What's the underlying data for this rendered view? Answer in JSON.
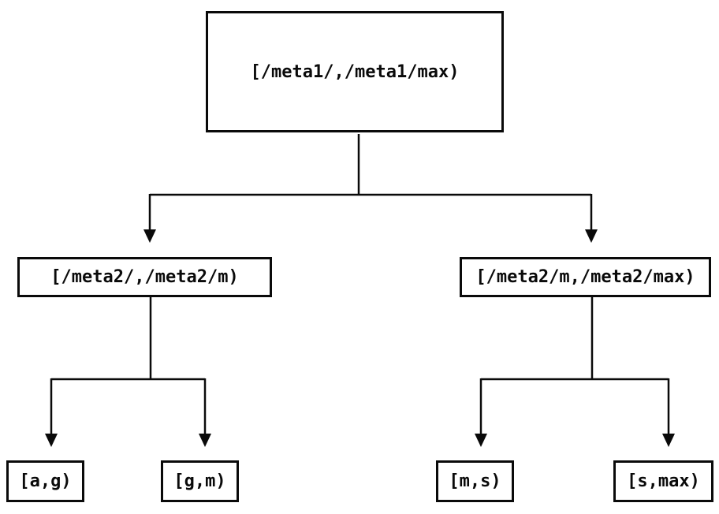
{
  "diagram": {
    "type": "tree",
    "background_color": "#ffffff",
    "stroke_color": "#0a0a0a",
    "text_color": "#0a0a0a",
    "nodes": {
      "root": {
        "label": "[/meta1/,/meta1/max)"
      },
      "left": {
        "label": "[/meta2/,/meta2/m)"
      },
      "right": {
        "label": "[/meta2/m,/meta2/max)"
      },
      "leaf_ag": {
        "label": "[a,g)"
      },
      "leaf_gm": {
        "label": "[g,m)"
      },
      "leaf_ms": {
        "label": "[m,s)"
      },
      "leaf_smax": {
        "label": "[s,max)"
      }
    },
    "edges": [
      {
        "from": "root",
        "to": "left"
      },
      {
        "from": "root",
        "to": "right"
      },
      {
        "from": "left",
        "to": "leaf_ag"
      },
      {
        "from": "left",
        "to": "leaf_gm"
      },
      {
        "from": "right",
        "to": "leaf_ms"
      },
      {
        "from": "right",
        "to": "leaf_smax"
      }
    ]
  }
}
